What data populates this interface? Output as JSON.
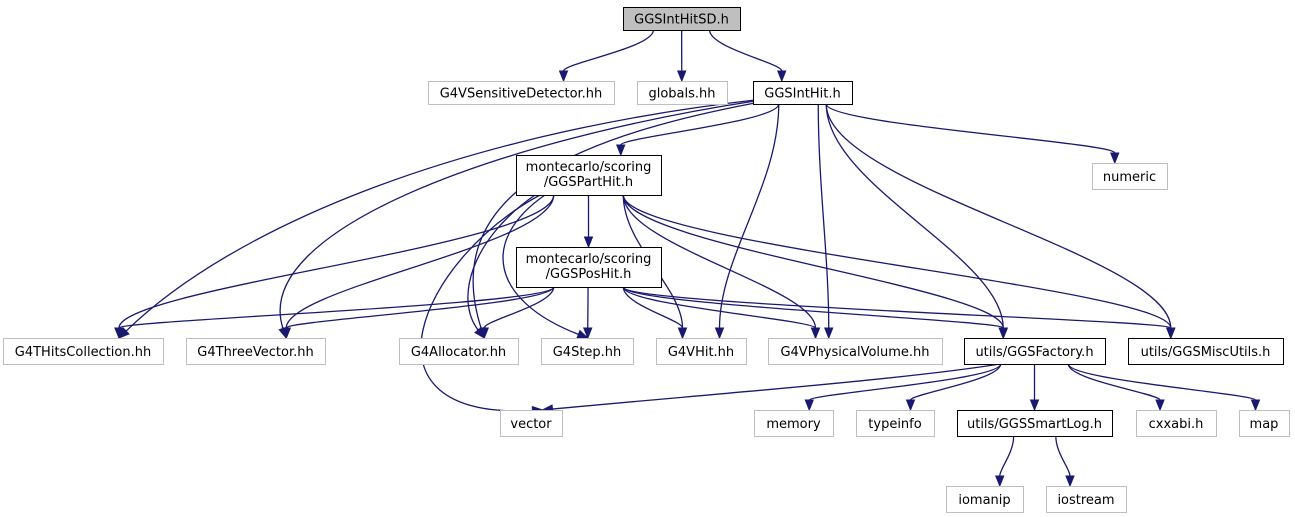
{
  "graph": {
    "nodes": [
      {
        "id": "root",
        "label": "GGSIntHitSD.h",
        "kind": "root"
      },
      {
        "id": "g4vsd",
        "label": "G4VSensitiveDetector.hh",
        "kind": "ext"
      },
      {
        "id": "globals",
        "label": "globals.hh",
        "kind": "ext"
      },
      {
        "id": "intHit",
        "label": "GGSIntHit.h",
        "kind": "doc"
      },
      {
        "id": "numeric",
        "label": "numeric",
        "kind": "ext"
      },
      {
        "id": "partHit",
        "lines": [
          "montecarlo/scoring",
          "/GGSPartHit.h"
        ],
        "kind": "doc"
      },
      {
        "id": "posHit",
        "lines": [
          "montecarlo/scoring",
          "/GGSPosHit.h"
        ],
        "kind": "doc"
      },
      {
        "id": "hitsColl",
        "label": "G4THitsCollection.hh",
        "kind": "ext"
      },
      {
        "id": "threeVec",
        "label": "G4ThreeVector.hh",
        "kind": "ext"
      },
      {
        "id": "alloc",
        "label": "G4Allocator.hh",
        "kind": "ext"
      },
      {
        "id": "step",
        "label": "G4Step.hh",
        "kind": "ext"
      },
      {
        "id": "vhit",
        "label": "G4VHit.hh",
        "kind": "ext"
      },
      {
        "id": "physVol",
        "label": "G4VPhysicalVolume.hh",
        "kind": "ext"
      },
      {
        "id": "factory",
        "label": "utils/GGSFactory.h",
        "kind": "doc"
      },
      {
        "id": "miscUtils",
        "label": "utils/GGSMiscUtils.h",
        "kind": "doc"
      },
      {
        "id": "vector",
        "label": "vector",
        "kind": "ext"
      },
      {
        "id": "memory",
        "label": "memory",
        "kind": "ext"
      },
      {
        "id": "typeinfo",
        "label": "typeinfo",
        "kind": "ext"
      },
      {
        "id": "smartLog",
        "label": "utils/GGSSmartLog.h",
        "kind": "doc"
      },
      {
        "id": "cxxabi",
        "label": "cxxabi.h",
        "kind": "ext"
      },
      {
        "id": "map",
        "label": "map",
        "kind": "ext"
      },
      {
        "id": "iomanip",
        "label": "iomanip",
        "kind": "ext"
      },
      {
        "id": "iostream",
        "label": "iostream",
        "kind": "ext"
      }
    ],
    "edges": [
      {
        "from": "root",
        "to": "g4vsd"
      },
      {
        "from": "root",
        "to": "globals"
      },
      {
        "from": "root",
        "to": "intHit"
      },
      {
        "from": "intHit",
        "to": "hitsColl"
      },
      {
        "from": "intHit",
        "to": "threeVec"
      },
      {
        "from": "intHit",
        "to": "alloc"
      },
      {
        "from": "intHit",
        "to": "partHit"
      },
      {
        "from": "intHit",
        "to": "vhit"
      },
      {
        "from": "intHit",
        "to": "physVol"
      },
      {
        "from": "intHit",
        "to": "factory"
      },
      {
        "from": "intHit",
        "to": "miscUtils"
      },
      {
        "from": "intHit",
        "to": "numeric"
      },
      {
        "from": "partHit",
        "to": "hitsColl"
      },
      {
        "from": "partHit",
        "to": "threeVec"
      },
      {
        "from": "partHit",
        "to": "vector"
      },
      {
        "from": "partHit",
        "to": "alloc"
      },
      {
        "from": "partHit",
        "to": "step"
      },
      {
        "from": "partHit",
        "to": "posHit"
      },
      {
        "from": "partHit",
        "to": "vhit"
      },
      {
        "from": "partHit",
        "to": "physVol"
      },
      {
        "from": "partHit",
        "to": "factory"
      },
      {
        "from": "partHit",
        "to": "miscUtils"
      },
      {
        "from": "posHit",
        "to": "hitsColl"
      },
      {
        "from": "posHit",
        "to": "threeVec"
      },
      {
        "from": "posHit",
        "to": "alloc"
      },
      {
        "from": "posHit",
        "to": "step"
      },
      {
        "from": "posHit",
        "to": "vhit"
      },
      {
        "from": "posHit",
        "to": "physVol"
      },
      {
        "from": "posHit",
        "to": "factory"
      },
      {
        "from": "posHit",
        "to": "miscUtils"
      },
      {
        "from": "factory",
        "to": "vector"
      },
      {
        "from": "factory",
        "to": "memory"
      },
      {
        "from": "factory",
        "to": "typeinfo"
      },
      {
        "from": "factory",
        "to": "smartLog"
      },
      {
        "from": "factory",
        "to": "cxxabi"
      },
      {
        "from": "factory",
        "to": "map"
      },
      {
        "from": "smartLog",
        "to": "iomanip"
      },
      {
        "from": "smartLog",
        "to": "iostream"
      }
    ]
  }
}
